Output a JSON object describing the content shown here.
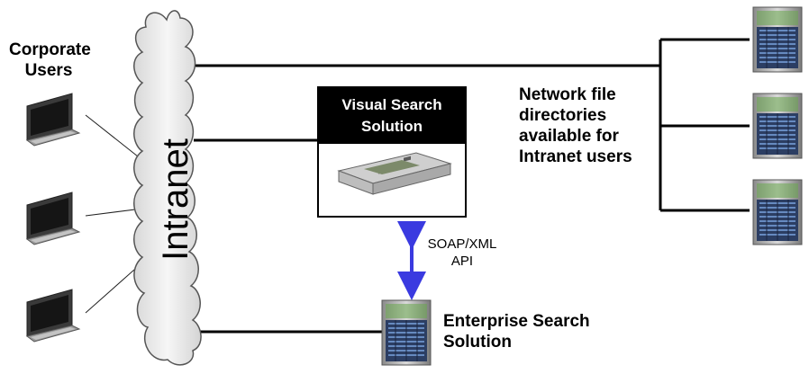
{
  "labels": {
    "corporate_users": [
      "Corporate",
      "Users"
    ],
    "intranet": "Intranet",
    "visual_search": [
      "Visual Search",
      "Solution"
    ],
    "network_file": [
      "Network file",
      "directories",
      "available for",
      "Intranet users"
    ],
    "api": [
      "SOAP/XML",
      "API"
    ],
    "enterprise_search": [
      "Enterprise Search",
      "Solution"
    ]
  },
  "colors": {
    "arrow": "#3a3ae0",
    "cloud_fill": "#eeeeee",
    "server_blue": "#2f5aa8"
  },
  "icons": {
    "laptops": [
      "laptop-icon",
      "laptop-icon",
      "laptop-icon"
    ],
    "file_servers": [
      "server-tower-icon",
      "server-tower-icon",
      "server-tower-icon"
    ],
    "enterprise_server": "server-tower-icon",
    "rack_server": "rack-server-icon"
  }
}
